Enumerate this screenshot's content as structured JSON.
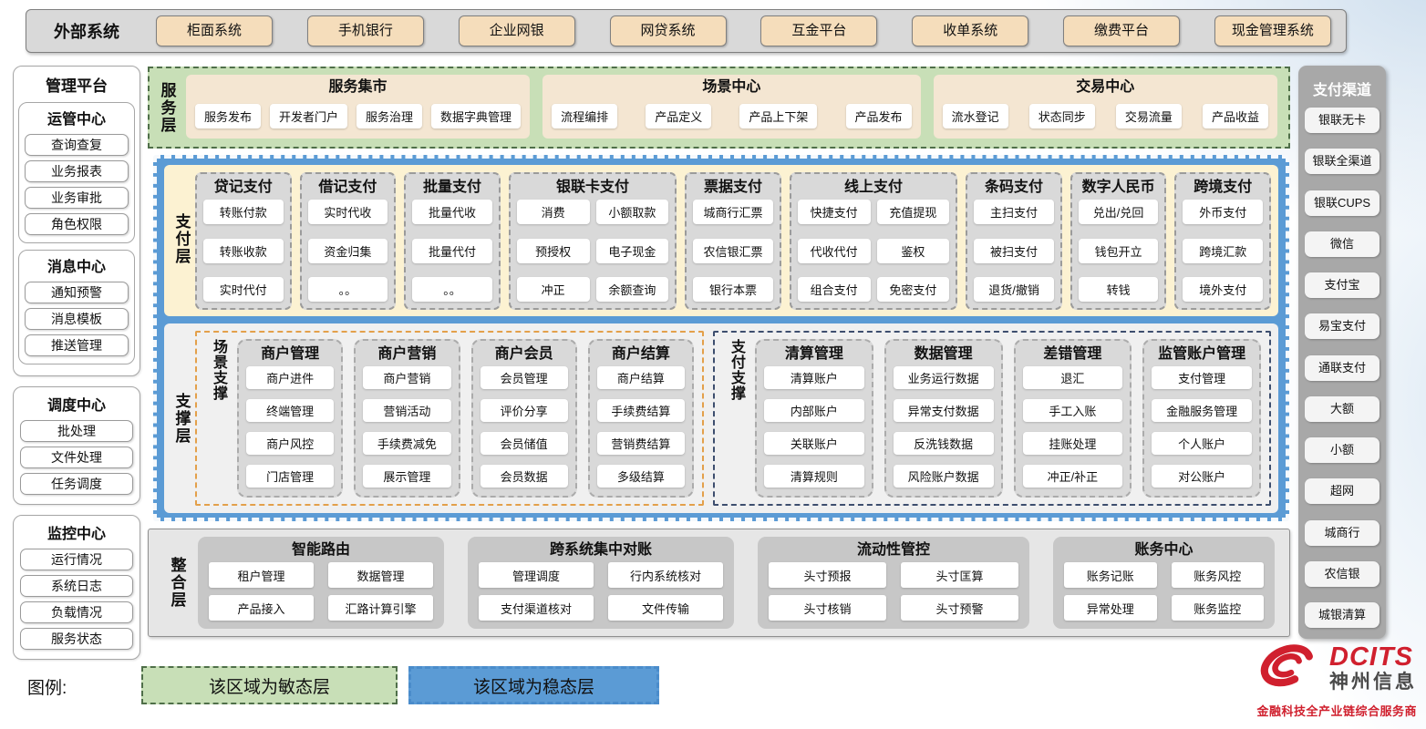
{
  "external_systems": {
    "label": "外部系统",
    "items": [
      "柜面系统",
      "手机银行",
      "企业网银",
      "网贷系统",
      "互金平台",
      "收单系统",
      "缴费平台",
      "现金管理系统"
    ]
  },
  "management_platform": {
    "title": "管理平台",
    "top_sections": [
      {
        "title": "运管中心",
        "items": [
          "查询查复",
          "业务报表",
          "业务审批",
          "角色权限"
        ]
      },
      {
        "title": "消息中心",
        "items": [
          "通知预警",
          "消息模板",
          "推送管理"
        ]
      }
    ],
    "bottom_sections": [
      {
        "title": "调度中心",
        "items": [
          "批处理",
          "文件处理",
          "任务调度"
        ]
      },
      {
        "title": "监控中心",
        "items": [
          "运行情况",
          "系统日志",
          "负载情况",
          "服务状态"
        ]
      }
    ]
  },
  "service_layer": {
    "label": "服务层",
    "groups": [
      {
        "title": "服务集市",
        "items": [
          "服务发布",
          "开发者门户",
          "服务治理",
          "数据字典管理"
        ]
      },
      {
        "title": "场景中心",
        "items": [
          "流程编排",
          "产品定义",
          "产品上下架",
          "产品发布"
        ]
      },
      {
        "title": "交易中心",
        "items": [
          "流水登记",
          "状态同步",
          "交易流量",
          "产品收益"
        ]
      }
    ]
  },
  "payment_layer": {
    "label": "支付层",
    "groups": [
      {
        "title": "贷记支付",
        "columns": [
          [
            "转账付款",
            "转账收款",
            "实时代付"
          ]
        ]
      },
      {
        "title": "借记支付",
        "columns": [
          [
            "实时代收",
            "资金归集",
            "。。"
          ]
        ]
      },
      {
        "title": "批量支付",
        "columns": [
          [
            "批量代收",
            "批量代付",
            "。。"
          ]
        ]
      },
      {
        "title": "银联卡支付",
        "columns": [
          [
            "消费",
            "预授权",
            "冲正"
          ],
          [
            "小额取款",
            "电子现金",
            "余额查询"
          ]
        ]
      },
      {
        "title": "票据支付",
        "columns": [
          [
            "城商行汇票",
            "农信银汇票",
            "银行本票"
          ]
        ]
      },
      {
        "title": "线上支付",
        "columns": [
          [
            "快捷支付",
            "代收代付",
            "组合支付"
          ],
          [
            "充值提现",
            "鉴权",
            "免密支付"
          ]
        ]
      },
      {
        "title": "条码支付",
        "columns": [
          [
            "主扫支付",
            "被扫支付",
            "退货/撤销"
          ]
        ]
      },
      {
        "title": "数字人民币",
        "columns": [
          [
            "兑出/兑回",
            "钱包开立",
            "转钱"
          ]
        ]
      },
      {
        "title": "跨境支付",
        "columns": [
          [
            "外币支付",
            "跨境汇款",
            "境外支付"
          ]
        ]
      }
    ]
  },
  "support_layer": {
    "label": "支撑层",
    "groups": [
      {
        "label": "场景支撑",
        "accent": "orange",
        "columns": [
          {
            "title": "商户管理",
            "items": [
              "商户进件",
              "终端管理",
              "商户风控",
              "门店管理"
            ]
          },
          {
            "title": "商户营销",
            "items": [
              "商户营销",
              "营销活动",
              "手续费减免",
              "展示管理"
            ]
          },
          {
            "title": "商户会员",
            "items": [
              "会员管理",
              "评价分享",
              "会员储值",
              "会员数据"
            ]
          },
          {
            "title": "商户结算",
            "items": [
              "商户结算",
              "手续费结算",
              "营销费结算",
              "多级结算"
            ]
          }
        ]
      },
      {
        "label": "支付支撑",
        "accent": "navy",
        "columns": [
          {
            "title": "清算管理",
            "items": [
              "清算账户",
              "内部账户",
              "关联账户",
              "清算规则"
            ]
          },
          {
            "title": "数据管理",
            "items": [
              "业务运行数据",
              "异常支付数据",
              "反洗钱数据",
              "风险账户数据"
            ]
          },
          {
            "title": "差错管理",
            "items": [
              "退汇",
              "手工入账",
              "挂账处理",
              "冲正/补正"
            ]
          },
          {
            "title": "监管账户管理",
            "items": [
              "支付管理",
              "金融服务管理",
              "个人账户",
              "对公账户"
            ]
          }
        ]
      }
    ]
  },
  "integration_layer": {
    "label": "整合层",
    "groups": [
      {
        "title": "智能路由",
        "items": [
          "租户管理",
          "数据管理",
          "产品接入",
          "汇路计算引擎"
        ]
      },
      {
        "title": "跨系统集中对账",
        "items": [
          "管理调度",
          "行内系统核对",
          "支付渠道核对",
          "文件传输"
        ]
      },
      {
        "title": "流动性管控",
        "items": [
          "头寸预报",
          "头寸匡算",
          "头寸核销",
          "头寸预警"
        ]
      },
      {
        "title": "账务中心",
        "items": [
          "账务记账",
          "账务风控",
          "异常处理",
          "账务监控"
        ]
      }
    ]
  },
  "payment_channels": {
    "title": "支付渠道",
    "items": [
      "银联无卡",
      "银联全渠道",
      "银联CUPS",
      "微信",
      "支付宝",
      "易宝支付",
      "通联支付",
      "大额",
      "小额",
      "超网",
      "城商行",
      "农信银",
      "城银清算"
    ]
  },
  "legend": {
    "label": "图例:",
    "agile": "该区域为敏态层",
    "stable": "该区域为稳态层"
  },
  "logo": {
    "brand": "DCITS",
    "company": "神州信息",
    "tagline": "金融科技全产业链综合服务商"
  },
  "colors": {
    "agile_green": "#c8dfb7",
    "stable_blue": "#5b9bd5",
    "cream": "#fcf2d2",
    "tan_button": "#f5ddbb",
    "gray_column": "#d9d9d9",
    "orange_accent": "#e3a04a",
    "navy_accent": "#3d4e6e",
    "brand_red": "#d0202e"
  }
}
